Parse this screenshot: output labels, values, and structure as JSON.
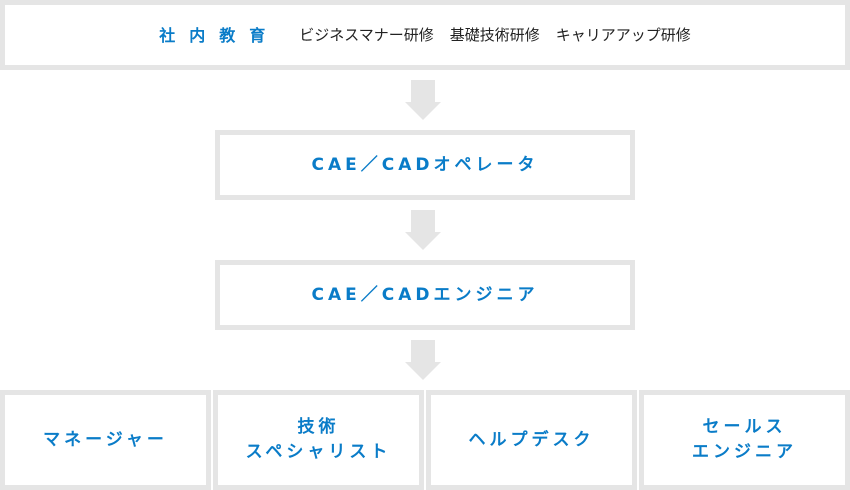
{
  "training": {
    "label": "社内教育",
    "items": [
      "ビジネスマナー研修",
      "基礎技術研修",
      "キャリアアップ研修"
    ]
  },
  "steps": [
    "CAE／CADオペレータ",
    "CAE／CADエンジニア"
  ],
  "careers": [
    {
      "line1": "マネージャー",
      "line2": ""
    },
    {
      "line1": "技術",
      "line2": "スペシャリスト"
    },
    {
      "line1": "ヘルプデスク",
      "line2": ""
    },
    {
      "line1": "セールス",
      "line2": "エンジニア"
    }
  ],
  "colors": {
    "accent": "#0a7cc8",
    "border": "#e5e5e5"
  }
}
